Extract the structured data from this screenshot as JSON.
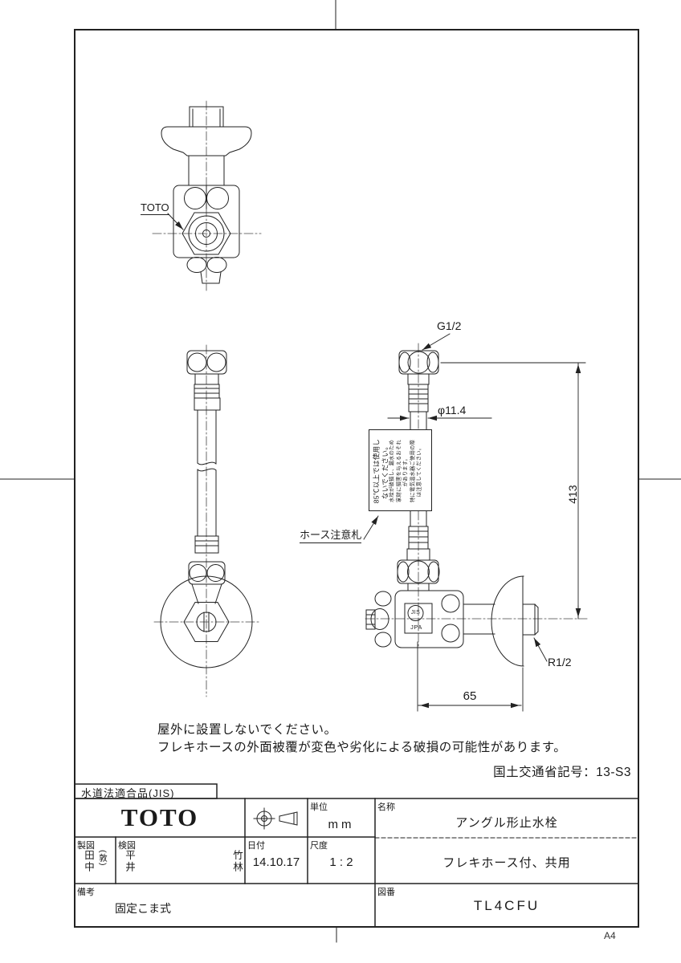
{
  "colors": {
    "line": "#222222",
    "centerline": "#444444",
    "paper": "#ffffff"
  },
  "sheet": {
    "size_label": "A4"
  },
  "front_view": {
    "brand_callout": "TOTO"
  },
  "side_view": {
    "labels": {
      "hose_tag_callout": "ホース注意札"
    },
    "dims": {
      "top_thread": "G1/2",
      "hose_dia": "φ11.4",
      "total_length": "413",
      "outlet_thread": "R1/2",
      "wall_offset": "65"
    },
    "marks": {
      "jis": "JIS",
      "jpa": "JPA"
    },
    "warning_label": {
      "line1": "85℃以上では使用し",
      "line2": "ないでください。",
      "line3": "水栓が破損し、漏水のため",
      "line4": "家財に損害を与えるおそれ",
      "line5": "があります。",
      "line6": "特に電気温水器ご使用の際",
      "line7": "は注意してください。"
    }
  },
  "notes": {
    "line1": "屋外に設置しないでください。",
    "line2": "フレキホースの外面被覆が変色や劣化による破損の可能性があります。",
    "ministry_code": "国土交通省記号：13-S3"
  },
  "title_block": {
    "compliance": "水道法適合品(JIS)",
    "brand": "TOTO",
    "projection_symbol_icon": "third-angle-projection",
    "unit": {
      "label": "単位",
      "value": "mm"
    },
    "drafter": {
      "label": "製図",
      "name": "田中",
      "paren": "(敦)"
    },
    "checker": {
      "label": "検図",
      "name1": "平井",
      "name2": "竹林"
    },
    "date": {
      "label": "日付",
      "value": "14.10.17"
    },
    "scale": {
      "label": "尺度",
      "value": "1 : 2"
    },
    "name": {
      "label": "名称",
      "value": "アングル形止水栓"
    },
    "subtitle": "フレキホース付、共用",
    "remarks": {
      "label": "備考",
      "value": "固定こま式"
    },
    "number": {
      "label": "図番",
      "value": "TL4CFU"
    }
  }
}
